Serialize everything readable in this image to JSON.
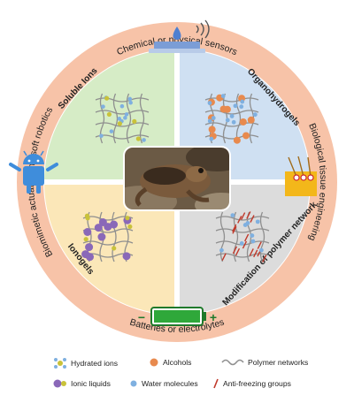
{
  "ring": {
    "top": "Chemical or physical sensors",
    "bottom": "Batteries or electrolytes",
    "left": "Biomimetic actuator and soft robotics",
    "right": "Biological tissue engineering",
    "color": "#f7c3a8"
  },
  "quadrants": {
    "top_left": {
      "label": "Soluble Ions",
      "color": "#d6ecc6"
    },
    "top_right": {
      "label": "Organohydrogels",
      "color": "#cfe0f2"
    },
    "bottom_left": {
      "label": "Ionogels",
      "color": "#fbe7b8"
    },
    "bottom_right": {
      "label": "Modification of polymer network",
      "color": "#dcdcdc"
    }
  },
  "icons": {
    "sensor": "sensor-droplet-icon",
    "battery": "battery-icon",
    "robot": "android-robot-icon",
    "tissue": "tissue-follicle-icon",
    "frog": "wood-frog-photo"
  },
  "battery": {
    "minus": "−",
    "plus": "+"
  },
  "legend": {
    "hydrated_ions": "Hydrated ions",
    "alcohols": "Alcohols",
    "polymer_networks": "Polymer networks",
    "ionic_liquids": "Ionic liquids",
    "water_molecules": "Water molecules",
    "anti_freezing": "Anti-freezing groups"
  },
  "colors": {
    "water": "#7fb0e0",
    "alcohol": "#e88a4e",
    "ionic_liquid": "#8a68b8",
    "ion_yellow": "#c9c23a",
    "anti_freezing": "#c0392b",
    "polymer": "#8f8f8f"
  }
}
